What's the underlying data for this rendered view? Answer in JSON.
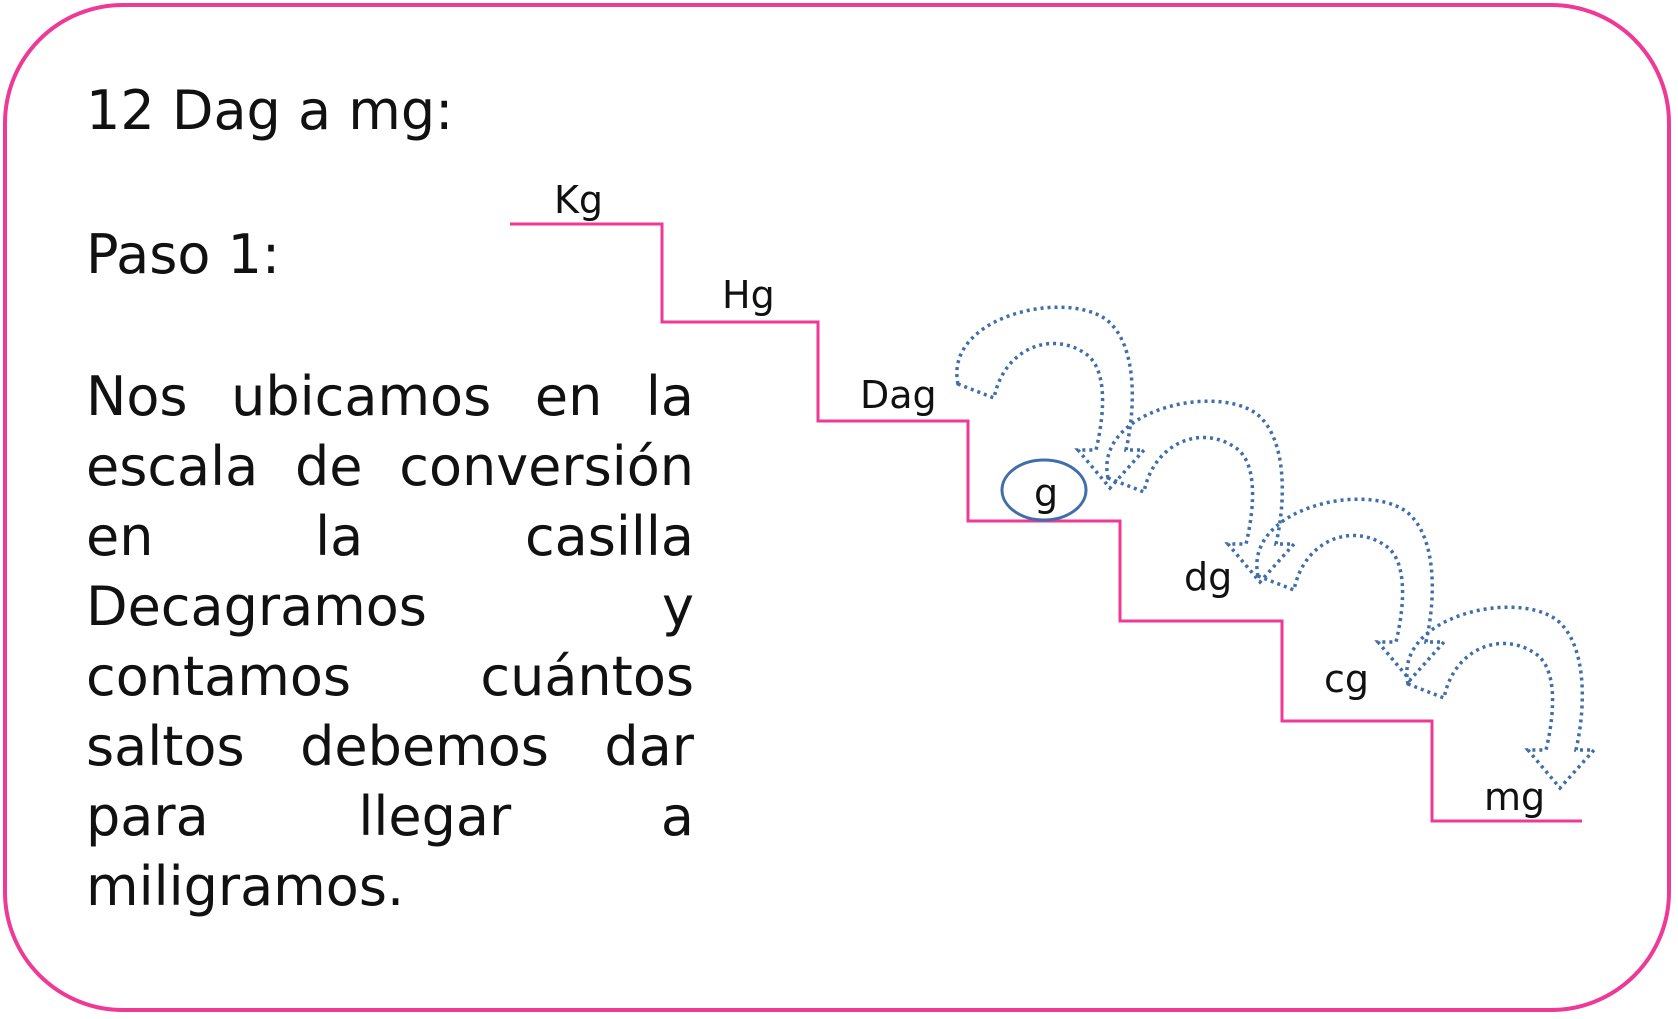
{
  "title": "12 Dag a mg:",
  "step": "Paso 1:",
  "explanation": "Nos ubicamos en la escala de conversión en la casilla Decagramos y contamos cuántos saltos debemos dar para llegar a miligramos.",
  "scale": {
    "units": [
      "Kg",
      "Hg",
      "Dag",
      "g",
      "dg",
      "cg",
      "mg"
    ],
    "highlighted_unit": "g"
  },
  "colors": {
    "border": "#ee3a96",
    "stairs": "#ee3a96",
    "arrows": "#3f6ea8",
    "circle": "#3f6ea8"
  },
  "icons": [
    "dotted-curved-arrow-icon"
  ]
}
